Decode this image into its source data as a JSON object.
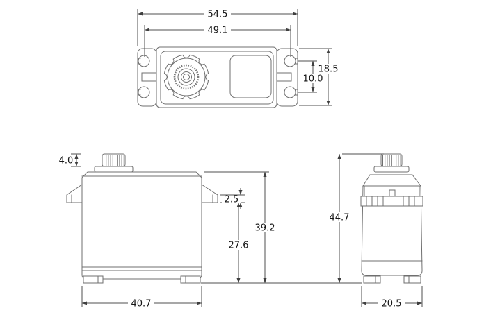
{
  "drawing": {
    "dimensions": {
      "top": {
        "overall_length": "54.5",
        "mounting_hole_span": "49.1",
        "flange_height": "18.5",
        "hole_pair_spacing": "10.0"
      },
      "front": {
        "spline_height": "4.0",
        "flange_thickness": "2.5",
        "bottom_to_flange": "27.6",
        "case_height": "39.2",
        "case_length": "40.7"
      },
      "side": {
        "overall_height": "44.7",
        "case_width": "20.5"
      }
    },
    "colors": {
      "part_line": "#6f6f6f",
      "dim_line": "#4f4f4f",
      "text": "#161616",
      "background": "#ffffff"
    }
  }
}
